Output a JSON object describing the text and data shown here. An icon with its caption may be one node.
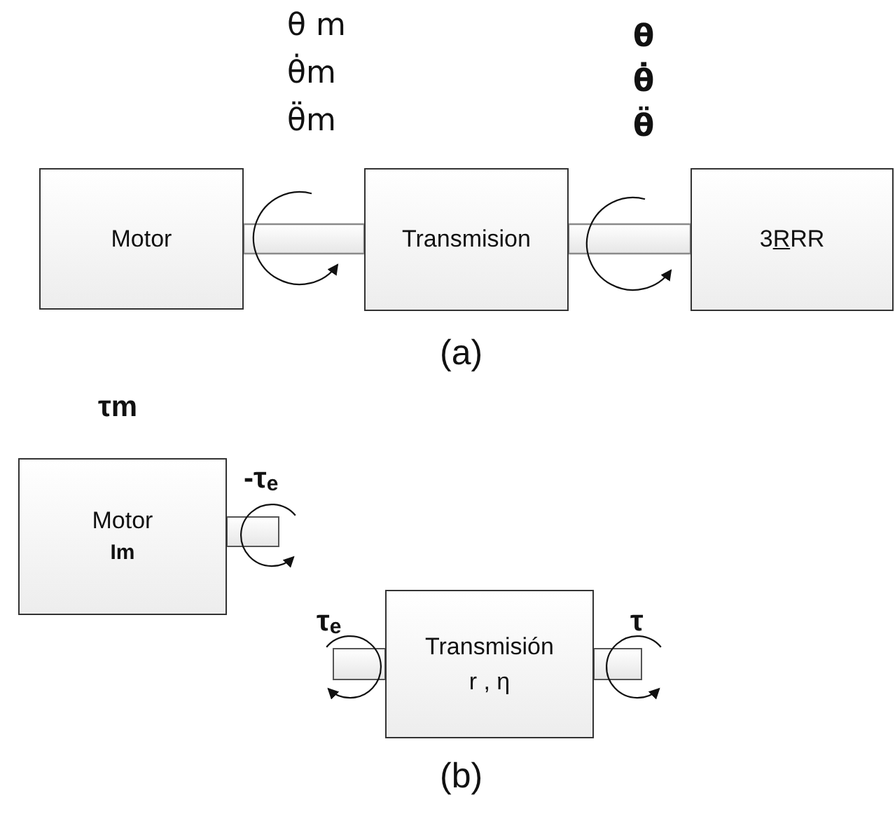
{
  "diagram": {
    "nodes": [
      {
        "text": [
          "Motor"
        ]
      },
      {
        "text": [
          "Transmision"
        ]
      },
      {
        "text": [
          "3RRR"
        ]
      },
      {
        "text": [
          "Motor",
          "Im"
        ],
        "beside": [
          "τm",
          "-τ$_{e}$"
        ]
      },
      {
        "text": [
          "Transmisión",
          "r , η"
        ],
        "beside": [
          "τ$_{e}$",
          "τ"
        ]
      }
    ],
    "edges": [
      {
        "from": 0,
        "to": 1,
        "arrow": "none"
      },
      {
        "from": 1,
        "to": 2,
        "arrow": "none"
      }
    ],
    "labels": [
      "θ m",
      "θ̇m",
      "θ̈m",
      "θ",
      "θ̇",
      "θ̈",
      "(a)",
      "(b)"
    ]
  }
}
